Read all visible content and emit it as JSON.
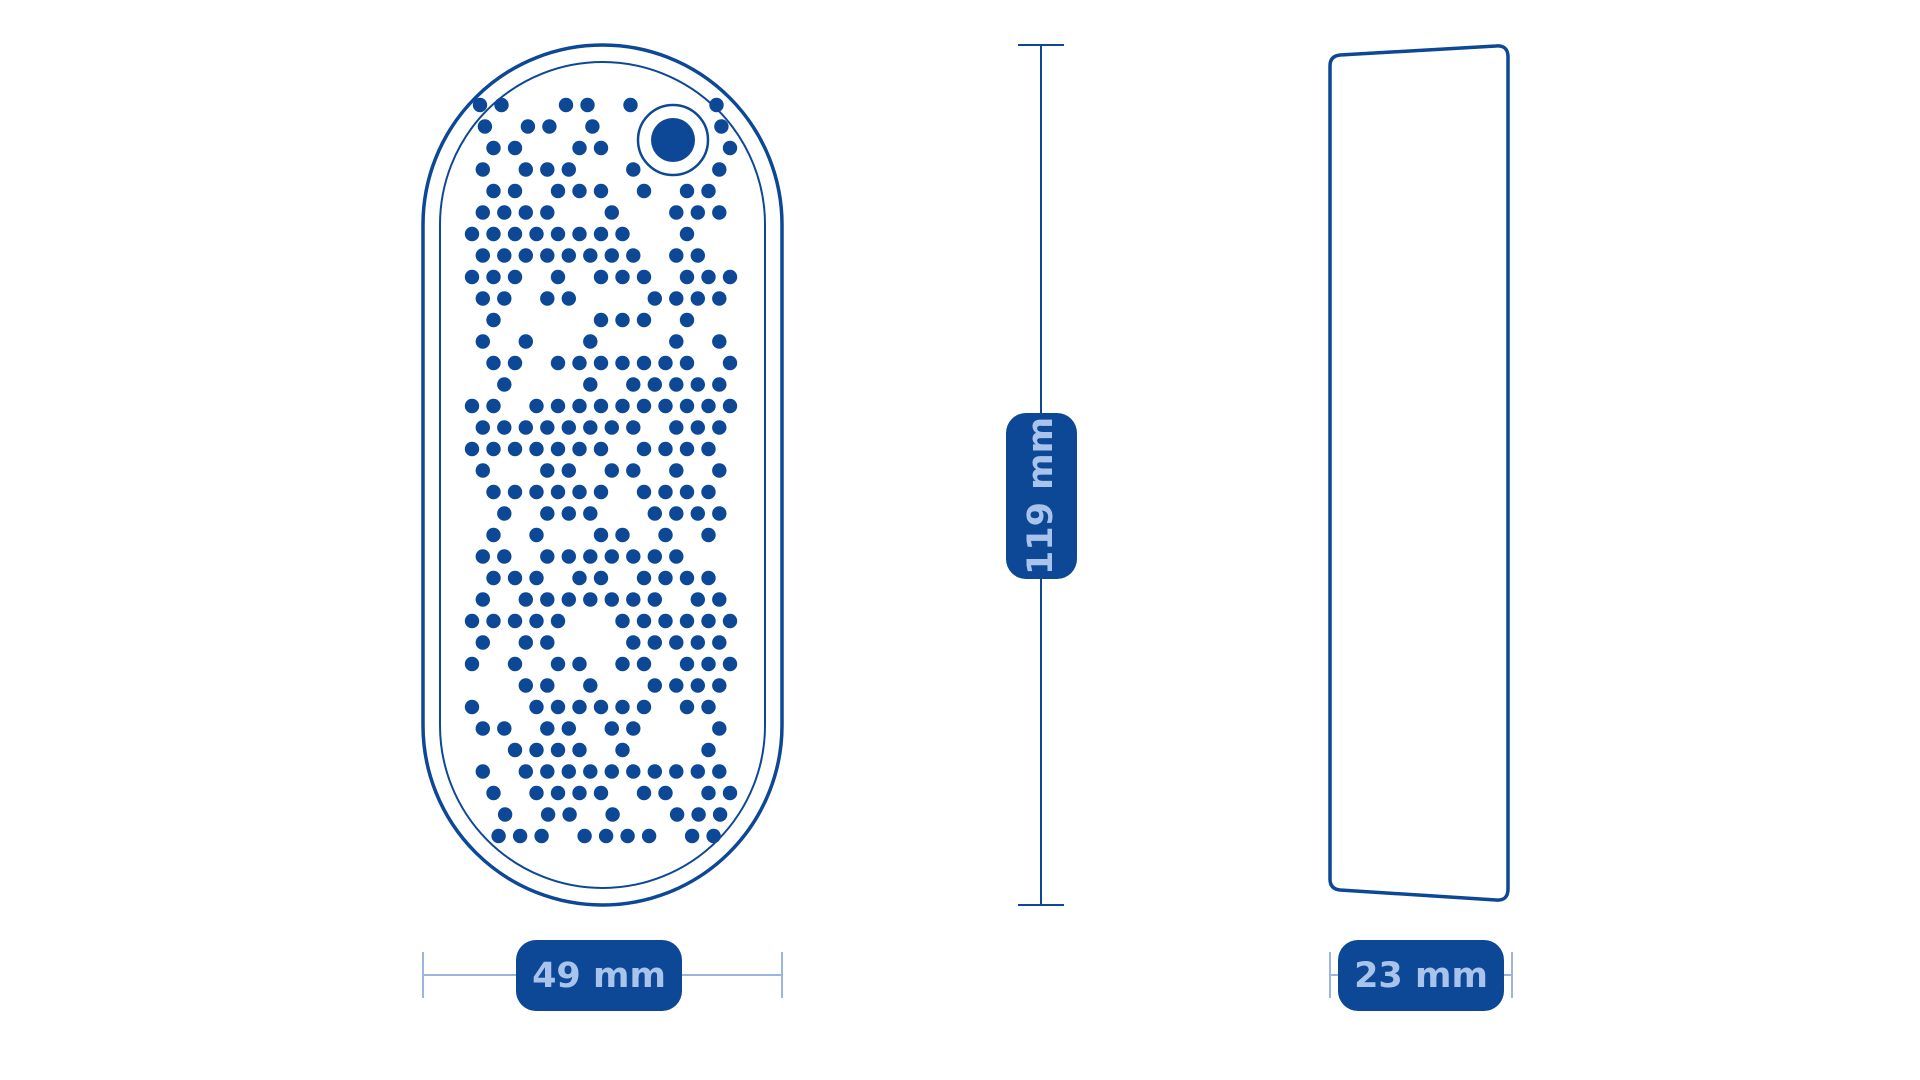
{
  "diagram": {
    "colors": {
      "stroke": "#0d4896",
      "dot": "#0d4896",
      "label_bg": "#0d4896",
      "label_text": "#a9c4ec",
      "guide": "#9bb6dc"
    },
    "dimensions": {
      "width": "49 mm",
      "height": "119 mm",
      "depth": "23 mm"
    }
  }
}
